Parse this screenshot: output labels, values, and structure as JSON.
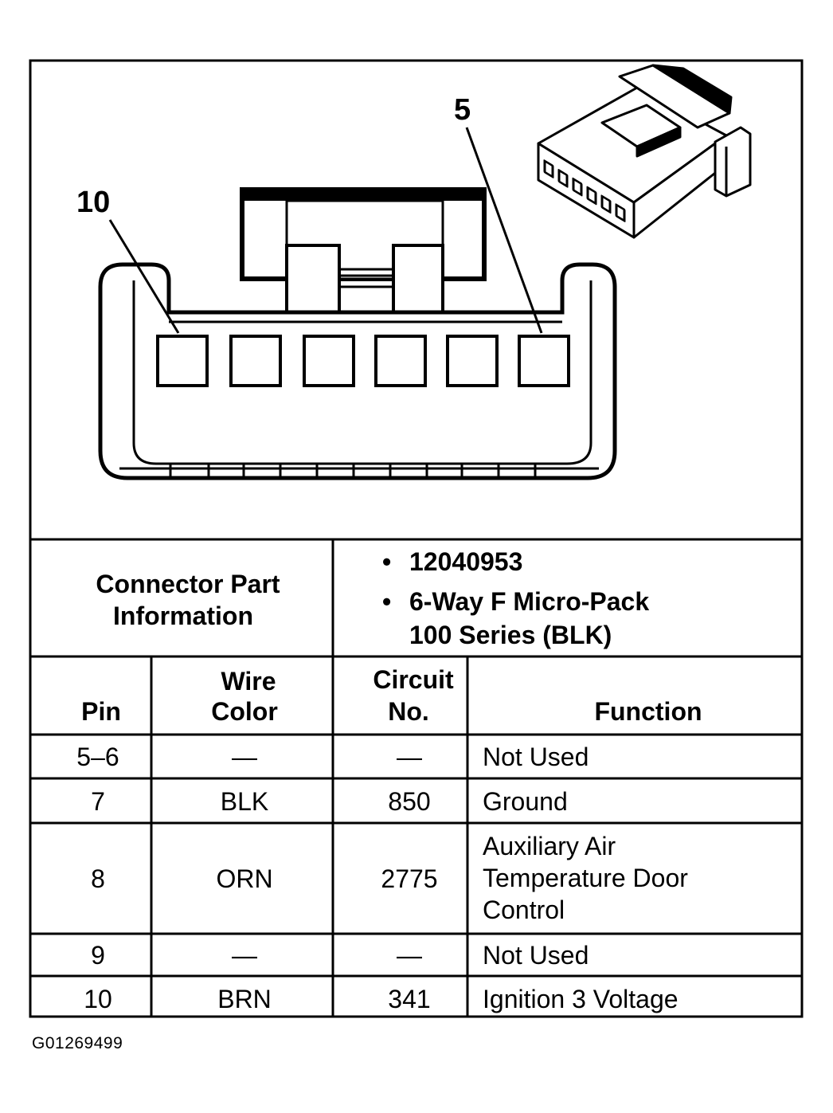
{
  "diagram": {
    "callouts": {
      "pin_left": "10",
      "pin_right": "5"
    }
  },
  "connector_info": {
    "label_line1": "Connector Part",
    "label_line2": "Information",
    "bullet": "•",
    "items": [
      {
        "lines": [
          "12040953"
        ]
      },
      {
        "lines": [
          "6-Way F Micro-Pack",
          "100 Series (BLK)"
        ]
      }
    ]
  },
  "table": {
    "headers": {
      "pin": "Pin",
      "wire_color_line1": "Wire",
      "wire_color_line2": "Color",
      "circuit_line1": "Circuit",
      "circuit_line2": "No.",
      "function": "Function"
    },
    "rows": [
      {
        "pin": "5–6",
        "wire": "—",
        "circuit": "—",
        "function": [
          "Not Used"
        ]
      },
      {
        "pin": "7",
        "wire": "BLK",
        "circuit": "850",
        "function": [
          "Ground"
        ]
      },
      {
        "pin": "8",
        "wire": "ORN",
        "circuit": "2775",
        "function": [
          "Auxiliary Air",
          "Temperature Door",
          "Control"
        ]
      },
      {
        "pin": "9",
        "wire": "—",
        "circuit": "—",
        "function": [
          "Not Used"
        ]
      },
      {
        "pin": "10",
        "wire": "BRN",
        "circuit": "341",
        "function": [
          "Ignition 3 Voltage"
        ]
      }
    ]
  },
  "figure_id": "G01269499"
}
